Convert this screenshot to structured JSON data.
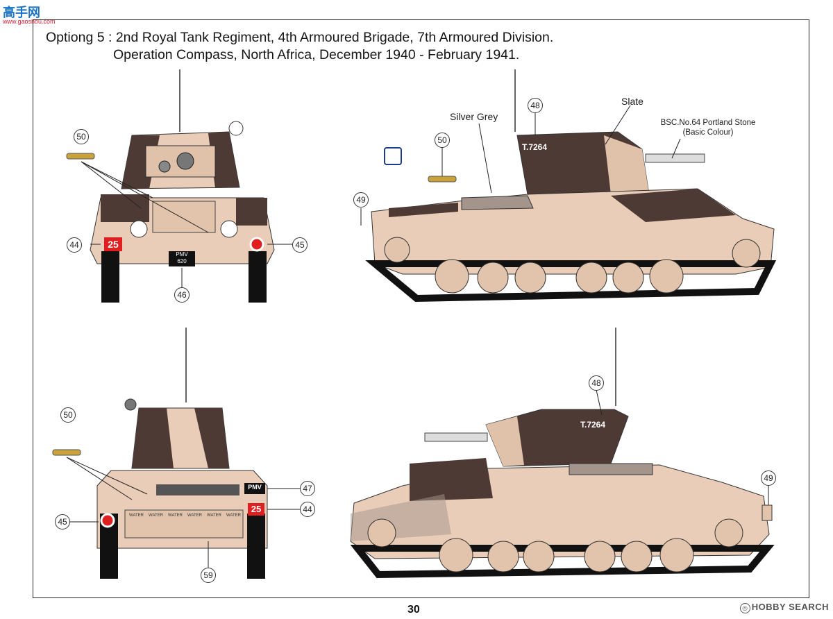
{
  "header": {
    "logo_text": "高手网",
    "logo_sub": "www.gaoshou.com"
  },
  "title": {
    "line1": "Optiong 5 : 2nd Royal Tank Regiment, 4th Armoured Brigade, 7th Armoured Division.",
    "line2": "Operation Compass, North Africa, December 1940 - February 1941."
  },
  "colors": {
    "base": "#e9cdb8",
    "slate": "#4e3a34",
    "silver_grey": "#a3948c",
    "track": "#111111",
    "marking_red": "#e02020"
  },
  "paint_labels": {
    "silver_grey": "Silver Grey",
    "slate": "Slate",
    "basic_line1": "BSC.No.64 Portland Stone",
    "basic_line2": "(Basic Colour)"
  },
  "callouts": {
    "c44a": "44",
    "c45a": "45",
    "c46": "46",
    "c50a": "50",
    "c48a": "48",
    "c49a": "49",
    "c50b": "50",
    "c50c": "50",
    "c45b": "45",
    "c47": "47",
    "c44b": "44",
    "c59": "59",
    "c48b": "48",
    "c49b": "49"
  },
  "markings": {
    "front_number": "25",
    "front_plate_1": "PMV",
    "front_plate_2": "620",
    "side_serial": "T.7264",
    "rear_plate": "PMV",
    "rear_number": "25",
    "water": "WATER"
  },
  "page_number": "30",
  "watermark": "HOBBY SEARCH"
}
